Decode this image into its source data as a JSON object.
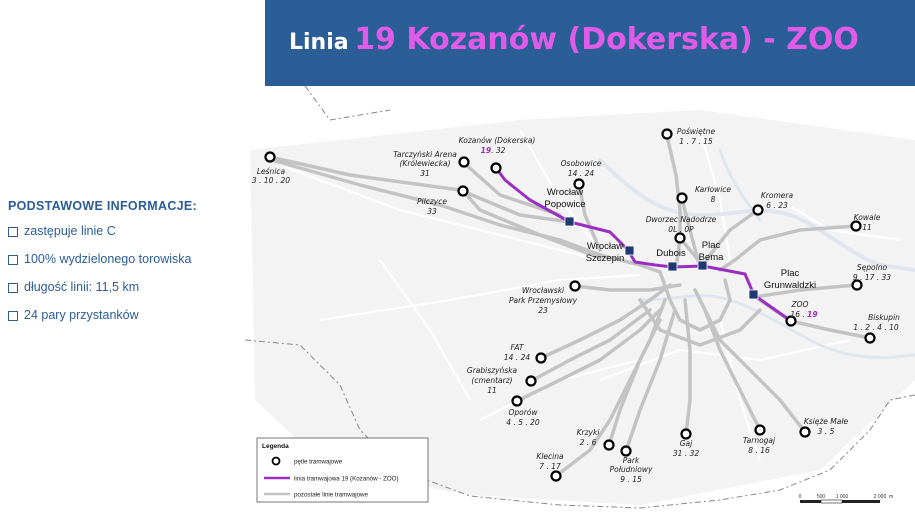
{
  "header": {
    "lead": "Linia",
    "main": "19 Kozanów (Dokerska) - ZOO"
  },
  "info": {
    "heading": "PODSTAWOWE INFORMACJE:",
    "items": [
      "zastępuje linie C",
      "100% wydzielonego torowiska",
      "długość linii: 11,5 km",
      "24 pary przystanków"
    ]
  },
  "colors": {
    "header_bg": "#2b5d97",
    "accent_magenta": "#e05ce8",
    "route_purple": "#9a2ec3",
    "stop_navy": "#1f3a73",
    "other_lines_gray": "#c3c3c3"
  },
  "map": {
    "terminals": [
      {
        "id": "lesnica",
        "name": "Leśnica",
        "lines": "3 . 10 . 20"
      },
      {
        "id": "tarczynski",
        "name": "Tarczyński Arena",
        "name2": "(Królewiecka)",
        "lines": "31"
      },
      {
        "id": "kozanow",
        "name": "Kozanów (Dokerska)",
        "lines_route": "19",
        "lines_rest": ". 32"
      },
      {
        "id": "pilczyce",
        "name": "Pilczyce",
        "lines": "33"
      },
      {
        "id": "osobowice",
        "name": "Osobowice",
        "lines": "14 . 24"
      },
      {
        "id": "poswietne",
        "name": "Poświętne",
        "lines": "1 . 7 . 15"
      },
      {
        "id": "karlowice",
        "name": "Karłowice",
        "lines": "8"
      },
      {
        "id": "kromera",
        "name": "Kromera",
        "lines": "6 . 23"
      },
      {
        "id": "kowale",
        "name": "Kowale",
        "lines": "11"
      },
      {
        "id": "dworzec",
        "name": "Dworzec Nadodrze",
        "lines": "0L . 0P"
      },
      {
        "id": "sepolno",
        "name": "Sępolno",
        "lines": "9 . 17 . 33"
      },
      {
        "id": "zoo",
        "name": "ZOO",
        "lines_rest": "16 . ",
        "lines_route": "19"
      },
      {
        "id": "biskupin",
        "name": "Biskupin",
        "lines": "1 . 2 . 4 . 10"
      },
      {
        "id": "park-przemyslowy",
        "name": "Wrocławski",
        "name2": "Park Przemysłowy",
        "lines": "23"
      },
      {
        "id": "fat",
        "name": "FAT",
        "lines": "14 . 24"
      },
      {
        "id": "grabiszynska",
        "name": "Grabiszyńska",
        "name2": "(cmentarz)",
        "lines": "11"
      },
      {
        "id": "oporow",
        "name": "Oporów",
        "lines": "4 . 5 . 20"
      },
      {
        "id": "krzyki",
        "name": "Krzyki",
        "lines": "2 . 6"
      },
      {
        "id": "park-poludniowy",
        "name": "Park",
        "name2": "Południowy",
        "lines": "9 . 15"
      },
      {
        "id": "klecina",
        "name": "Klecina",
        "lines": "7 . 17"
      },
      {
        "id": "gaj",
        "name": "Gaj",
        "lines": "31 . 32"
      },
      {
        "id": "tarnogaj",
        "name": "Tarnogaj",
        "lines": "8 . 16"
      },
      {
        "id": "ksieze-male",
        "name": "Księże Małe",
        "lines": "3 . 5"
      }
    ],
    "route_stops": [
      {
        "id": "popowice",
        "name": "Wrocław",
        "name2": "Popowice"
      },
      {
        "id": "szczepin",
        "name": "Wrocław",
        "name2": "Szczepin"
      },
      {
        "id": "dubois",
        "name": "Dubois"
      },
      {
        "id": "bema",
        "name": "Plac",
        "name2": "Bema"
      },
      {
        "id": "grunwaldzki",
        "name": "Plac",
        "name2": "Grunwaldzki"
      }
    ]
  },
  "legend": {
    "title": "Legenda",
    "items": [
      {
        "symbol": "terminal",
        "label": "pętle tramwajowe"
      },
      {
        "symbol": "route",
        "label": "linia tramwajowa 19 (Kozanów - ZOO)"
      },
      {
        "symbol": "other",
        "label": "pozostałe linie tramwajowe"
      }
    ]
  },
  "scalebar": {
    "unit": "m",
    "ticks": [
      "0",
      "500",
      "1 000",
      "2 000"
    ]
  }
}
